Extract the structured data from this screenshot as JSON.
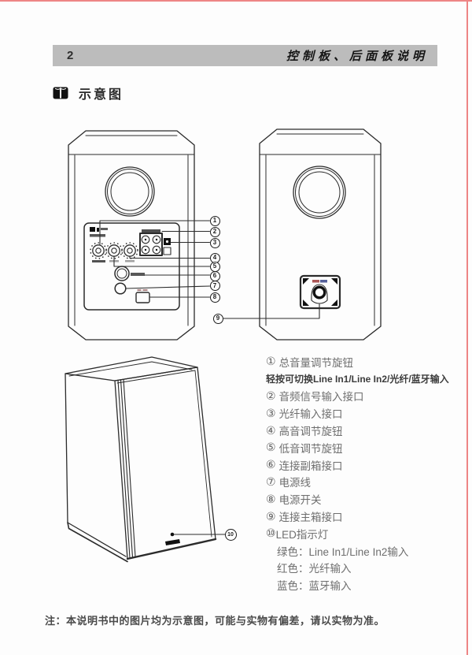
{
  "page": {
    "number": "2",
    "header_title": "控制板、后面板说明"
  },
  "section": {
    "title": "示意图"
  },
  "figure": {
    "callouts": [
      "1",
      "2",
      "3",
      "4",
      "5",
      "6",
      "7",
      "8",
      "9",
      "10"
    ]
  },
  "legend": {
    "items": [
      {
        "marker": "①",
        "text": "总音量调节旋钮",
        "note": "轻按可切换Line In1/Line In2/光纤/蓝牙输入"
      },
      {
        "marker": "②",
        "text": "音频信号输入接口"
      },
      {
        "marker": "③",
        "text": "光纤输入接口"
      },
      {
        "marker": "④",
        "text": "高音调节旋钮"
      },
      {
        "marker": "⑤",
        "text": "低音调节旋钮"
      },
      {
        "marker": "⑥",
        "text": "连接副箱接口"
      },
      {
        "marker": "⑦",
        "text": "电源线"
      },
      {
        "marker": "⑧",
        "text": "电源开关"
      },
      {
        "marker": "⑨",
        "text": "连接主箱接口"
      },
      {
        "marker": "⑩",
        "text": "LED指示灯",
        "subs": [
          "绿色：Line In1/Line In2输入",
          "红色：光纤输入",
          "蓝色：蓝牙输入"
        ]
      }
    ]
  },
  "footnote": {
    "label": "注：",
    "text": "本说明书中的图片均为示意图，可能与实物有偏差，请以实物为准。"
  },
  "colors": {
    "header_bg": "#bcbcbc",
    "page_border_red": "#ee8585",
    "diagram_line": "#2b2b2b"
  }
}
